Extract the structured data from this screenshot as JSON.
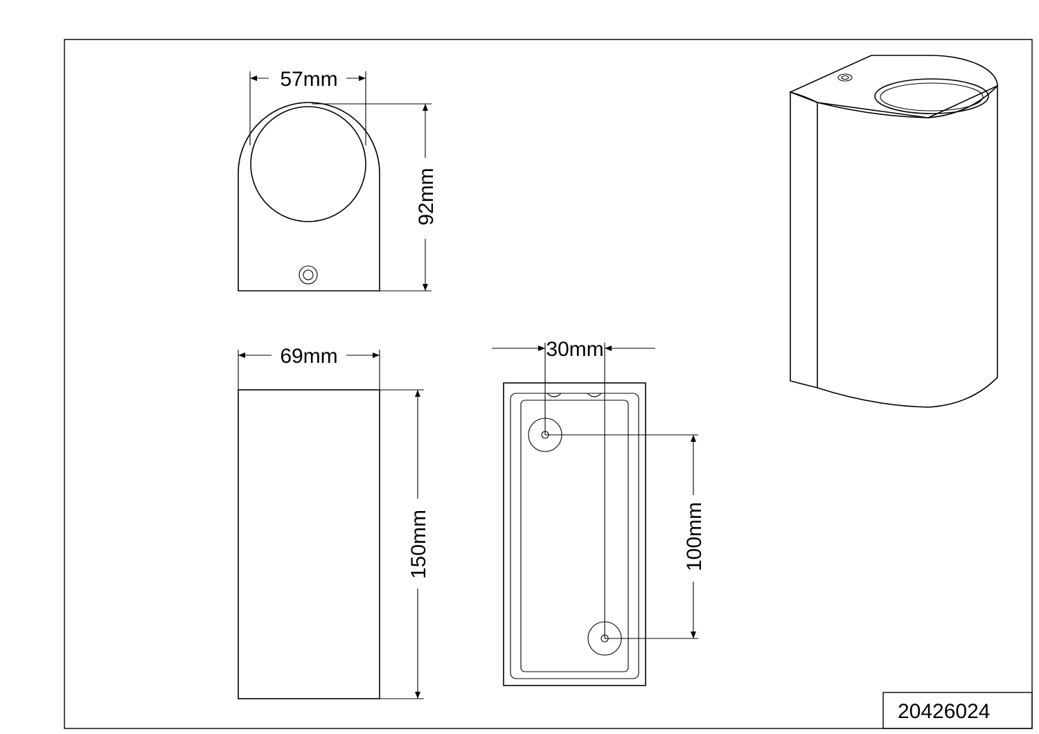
{
  "dimensions": {
    "front_width": "57mm",
    "front_height": "92mm",
    "side_width": "69mm",
    "side_height": "150mm",
    "hole_spacing_horizontal": "30mm",
    "hole_spacing_vertical": "100mm"
  },
  "title_block": {
    "part_number": "20426024"
  }
}
